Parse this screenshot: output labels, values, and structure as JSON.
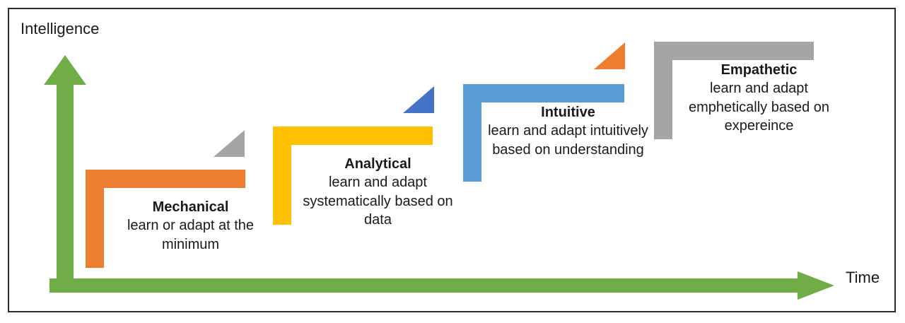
{
  "diagram": {
    "title": "Intelligence over Time staircase",
    "axes": {
      "y_label": "Intelligence",
      "x_label": "Time",
      "axis_color": "#70ad47"
    },
    "steps": [
      {
        "id": "mechanical",
        "title": "Mechanical",
        "description": "learn or adapt at the minimum",
        "color": "#ed7d31"
      },
      {
        "id": "analytical",
        "title": "Analytical",
        "description": "learn and adapt systematically based on data",
        "color": "#ffc000"
      },
      {
        "id": "intuitive",
        "title": "Intuitive",
        "description": "learn and adapt intuitively based on understanding",
        "color": "#5b9bd5"
      },
      {
        "id": "empathetic",
        "title": "Empathetic",
        "description": "learn and adapt emphetically based on expereince",
        "color": "#a5a5a5"
      }
    ],
    "risers": [
      {
        "id": "riser-1",
        "color": "#a5a5a5"
      },
      {
        "id": "riser-2",
        "color": "#4472c4"
      },
      {
        "id": "riser-3",
        "color": "#ed7d31"
      }
    ],
    "colors": {
      "frame": "#2b2b2b",
      "text": "#1a1a1a",
      "background": "#ffffff"
    }
  }
}
